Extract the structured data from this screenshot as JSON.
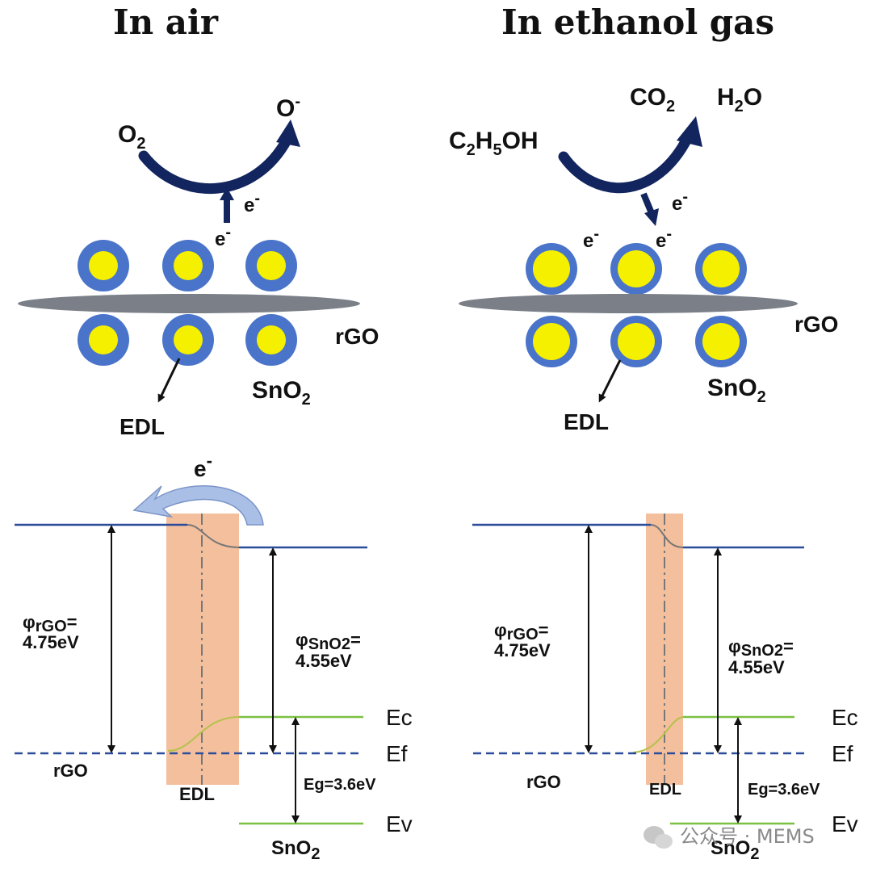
{
  "titles": {
    "left": "In air",
    "right": "In ethanol gas"
  },
  "reactions": {
    "air_reactant": "O",
    "air_reactant_sub": "2",
    "air_product": "O",
    "air_product_sup": "-",
    "ethanol_reactant_parts": [
      "C",
      "2",
      "H",
      "5",
      "OH"
    ],
    "ethanol_product_1": "CO",
    "ethanol_product_1_sub": "2",
    "ethanol_product_2": "H",
    "ethanol_product_2_sub": "2",
    "ethanol_product_2_tail": "O",
    "electron": "e",
    "electron_sup": "-"
  },
  "labels": {
    "rgo": "rGO",
    "sno2": "SnO",
    "sno2_sub": "2",
    "edl": "EDL"
  },
  "band": {
    "phi_rgo_symbol": "φ",
    "phi_rgo_sub": "rGO",
    "phi_rgo_eq": "=",
    "phi_rgo_value": "4.75eV",
    "phi_sno2_symbol": "φ",
    "phi_sno2_sub": "SnO2",
    "phi_sno2_eq": "=",
    "phi_sno2_value": "4.55eV",
    "ec": "Ec",
    "ef": "Ef",
    "ev": "Ev",
    "eg": "Eg=3.6eV"
  },
  "watermark": "公众号 · MEMS",
  "colors": {
    "shell": "#4a74c9",
    "core": "#f5f000",
    "sheet": "#7b7f88",
    "arrow_dark": "#12255e",
    "level_blue": "#2b4c9b",
    "level_green": "#7ac142",
    "edl_band": "#f2b48c",
    "curved_arrow": "#a9bfe6"
  }
}
